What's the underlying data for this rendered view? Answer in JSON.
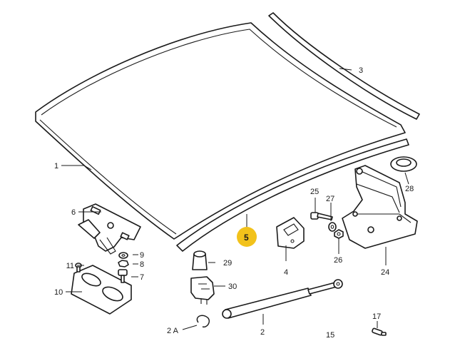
{
  "labels": {
    "p1": "1",
    "p2": "2",
    "p2a": "2 A",
    "p3": "3",
    "p4": "4",
    "p5": "5",
    "p6": "6",
    "p7": "7",
    "p8": "8",
    "p9": "9",
    "p10": "10",
    "p11": "11",
    "p15": "15",
    "p17": "17",
    "p24": "24",
    "p25": "25",
    "p26": "26",
    "p27": "27",
    "p28": "28",
    "p29": "29",
    "p30": "30"
  },
  "highlight_color": "#f2c21b",
  "line_color": "#1a1a1a"
}
